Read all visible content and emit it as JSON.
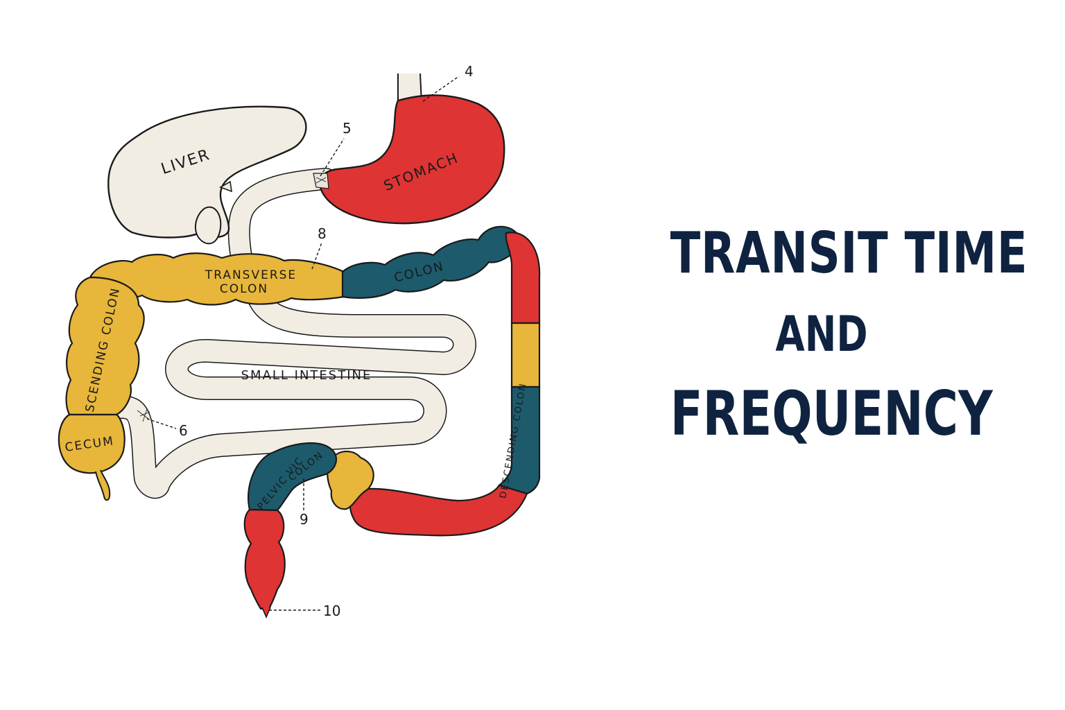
{
  "title": {
    "line1": "TRANSIT TIME",
    "line2": "AND",
    "line3": "FREQUENCY"
  },
  "labels": {
    "liver": "LIVER",
    "stomach": "STOMACH",
    "transverse_colon_1": "TRANSVERSE",
    "transverse_colon_2": "COLON",
    "colon": "COLON",
    "ascending_colon": "ASCENDING COLON",
    "small_intestine": "SMALL INTESTINE",
    "cecum": "CECUM",
    "descending_colon": "DESCENDING COLON",
    "pelvic_colon_1": "PELVIC VIC",
    "pelvic_colon_2": "COLON"
  },
  "callouts": {
    "c4": "4",
    "c5": "5",
    "c6": "6",
    "c8": "8",
    "c9": "9",
    "c10": "10"
  },
  "colors": {
    "red": "#de3434",
    "yellow": "#e7b63a",
    "teal": "#1d5a6c",
    "cream": "#f1ede3",
    "outline": "#1a1a1a",
    "title": "#0f2340"
  }
}
